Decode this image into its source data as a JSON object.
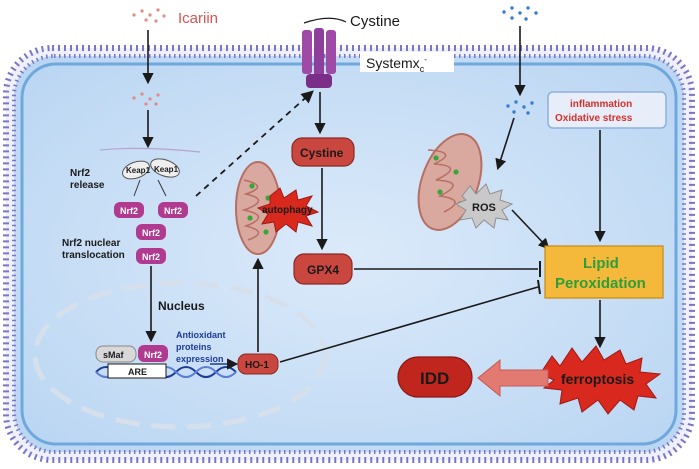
{
  "colors": {
    "membrane": "#7b74c8",
    "cytoplasm": "#cfe3f7",
    "cell_border": "#6fa8dc",
    "icariin_red": "#d9534f",
    "node_red": "#c9473f",
    "nrf2_magenta": "#b03a8f",
    "lipid_orange": "#f4b83a",
    "lipid_text": "#2e9e3c",
    "arrow_dark": "#1a1a1a",
    "ros_grey": "#c9c9c9",
    "ferroptosis_red": "#d9281e",
    "idd_red": "#c0261d",
    "big_arrow": "#e37a72",
    "note_red": "#d6302a",
    "blue_text": "#1f3c99"
  },
  "labels": {
    "icariin": "Icariin",
    "cystine_top": "Cystine",
    "system_xc": "Systemx",
    "system_xc_sub": "c",
    "system_xc_sup": "-",
    "keap1_a": "Keap1",
    "keap1_b": "Keap1",
    "nrf2_release": "Nrf2\nrelease",
    "nrf2_1": "Nrf2",
    "nrf2_2": "Nrf2",
    "nrf2_3": "Nrf2",
    "nrf2_4": "Nrf2",
    "nrf2_nuclear": "Nrf2 nuclear\ntranslocation",
    "nucleus": "Nucleus",
    "smaf": "sMaf",
    "nrf2_complex": "Nrf2",
    "are": "ARE",
    "antioxidant": "Antioxidant\nproteins\nexpression",
    "ho1": "HO-1",
    "autophagy": "autophagy",
    "cystine_node": "Cystine",
    "gpx4": "GPX4",
    "ros": "ROS",
    "inflammation": "inflammation",
    "oxidative_stress": "Oxidative stress",
    "lipid_line1": "Lipid",
    "lipid_line2": "Peroxidation",
    "ferroptosis": "ferroptosis",
    "idd": "IDD"
  }
}
